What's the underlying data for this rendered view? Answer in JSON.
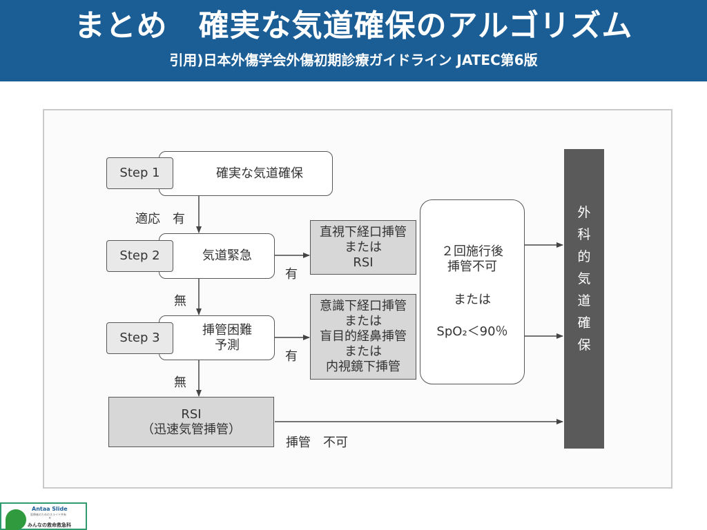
{
  "header": {
    "title": "まとめ　確実な気道確保のアルゴリズム",
    "subtitle": "引用)日本外傷学会外傷初期診療ガイドライン JATEC第6版"
  },
  "diagram": {
    "step1": {
      "step": "Step 1",
      "text": "確実な気道確保"
    },
    "step2": {
      "step": "Step 2",
      "text": "気道緊急"
    },
    "step3": {
      "step": "Step 3",
      "lines": [
        "挿管困難",
        "予測"
      ]
    },
    "rsi": {
      "lines": [
        "RSI",
        "（迅速気管挿管）"
      ]
    },
    "box_direct": {
      "lines": [
        "直視下経口挿管",
        "または",
        "RSI"
      ]
    },
    "box_awake": {
      "lines": [
        "意識下経口挿管",
        "または",
        "盲目的経鼻挿管",
        "または",
        "内視鏡下挿管"
      ]
    },
    "box_fail": {
      "line1": "２回施行後",
      "line2": "挿管不可",
      "line3": "または",
      "line4": "SpO₂＜90％"
    },
    "surgical": {
      "chars": [
        "外",
        "科",
        "的",
        "気",
        "道",
        "確",
        "保"
      ]
    },
    "labels": {
      "indication": "適応　有",
      "yes_step2": "有",
      "no_step2": "無",
      "yes_step3": "有",
      "no_step3": "無",
      "rsi_fail": "挿管　不可"
    }
  },
  "logo": {
    "name": "Antaa Slide",
    "tagline": "医療者のためのスライド共有",
    "cross": "×",
    "partner": "みんなの救命救急科"
  },
  "colors": {
    "header_bg": "#1b5e96",
    "box_gray": "#d7d7d7",
    "bar_dark": "#5a5a5a",
    "logo_green": "#2f9a3e"
  }
}
